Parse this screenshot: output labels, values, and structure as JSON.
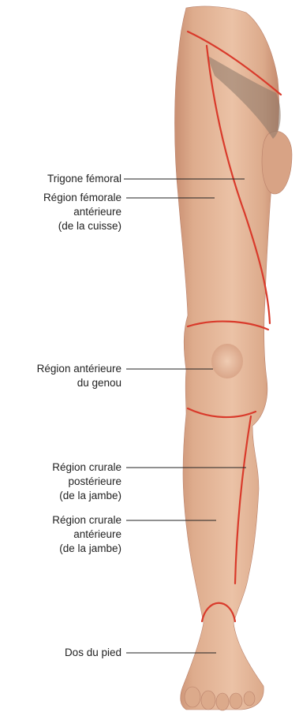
{
  "figure": {
    "colors": {
      "skin": "#e3b596",
      "skin_shadow": "#c98f72",
      "hair": "#8a7768",
      "boundary": "#d93a2b",
      "leader": "#222222"
    },
    "labels": [
      {
        "id": "trigone-femoral",
        "lines": [
          "Trigone fémoral"
        ]
      },
      {
        "id": "region-femorale-anterieure",
        "lines": [
          "Région fémorale",
          "antérieure",
          "(de la cuisse)"
        ]
      },
      {
        "id": "region-anterieure-genou",
        "lines": [
          "Région antérieure",
          "du genou"
        ]
      },
      {
        "id": "region-crurale-posterieure",
        "lines": [
          "Région crurale",
          "postérieure",
          "(de la jambe)"
        ]
      },
      {
        "id": "region-crurale-anterieure",
        "lines": [
          "Région crurale",
          "antérieure",
          "(de la jambe)"
        ]
      },
      {
        "id": "dos-du-pied",
        "lines": [
          "Dos du pied"
        ]
      }
    ]
  }
}
